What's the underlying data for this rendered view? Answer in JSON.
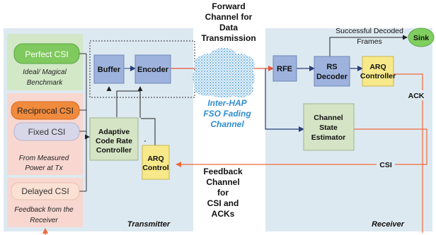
{
  "transmitter": {
    "label": "Transmitter",
    "csi_options": [
      {
        "label": "Perfect CSI"
      },
      {
        "label": "Reciprocal CSI"
      },
      {
        "label": "Fixed CSI"
      },
      {
        "label": "Delayed CSI"
      }
    ],
    "notes": {
      "ideal_line1": "Ideal/ Magical",
      "ideal_line2": "Benchmark",
      "measured_line1": "From Measured",
      "measured_line2": "Power at Tx",
      "feedback_line1": "Feedback from the",
      "feedback_line2": "Receiver"
    },
    "buffer": "Buffer",
    "encoder": "Encoder",
    "adaptive_controller_lines": [
      "Adaptive",
      "Code Rate",
      "Controller"
    ],
    "arq_control_lines": [
      "ARQ",
      "Control"
    ]
  },
  "receiver": {
    "label": "Receiver",
    "rfe": "RFE",
    "rs_decoder_lines": [
      "RS",
      "Decoder"
    ],
    "arq_controller_lines": [
      "ARQ",
      "Controller"
    ],
    "channel_state_estimator_lines": [
      "Channel",
      "State",
      "Estimator"
    ],
    "successful_lines": [
      "Successful Decoded",
      "Frames"
    ],
    "sink": "Sink",
    "ack": "ACK",
    "csi": "CSI"
  },
  "channel": {
    "forward_lines": [
      "Forward",
      "Channel for",
      "Data",
      "Transmission"
    ],
    "fading_lines": [
      "Inter-HAP",
      "FSO Fading",
      "Channel"
    ],
    "feedback_lines": [
      "Feedback",
      "Channel",
      "for",
      "CSI and",
      "ACKs"
    ]
  },
  "colors": {
    "panel_bg": "#dde9f1",
    "blue_block": "#9db3dd",
    "green_block": "#d4e4c5",
    "yellow_block": "#f7e98a",
    "sink_green": "#7fcf5f",
    "perfect_fill": "#7fc95e",
    "reciprocal_fill": "#f08a3c",
    "fixed_fill": "#d8d7e9",
    "delayed_fill": "#fbe1d4",
    "group_green": "#d3e8c7",
    "group_pink": "#f8d7d0",
    "forward_red": "#e4543a",
    "feedback_orange": "#f06a3a",
    "navy": "#2a3d7a",
    "fading_text": "#2f8ed1"
  }
}
